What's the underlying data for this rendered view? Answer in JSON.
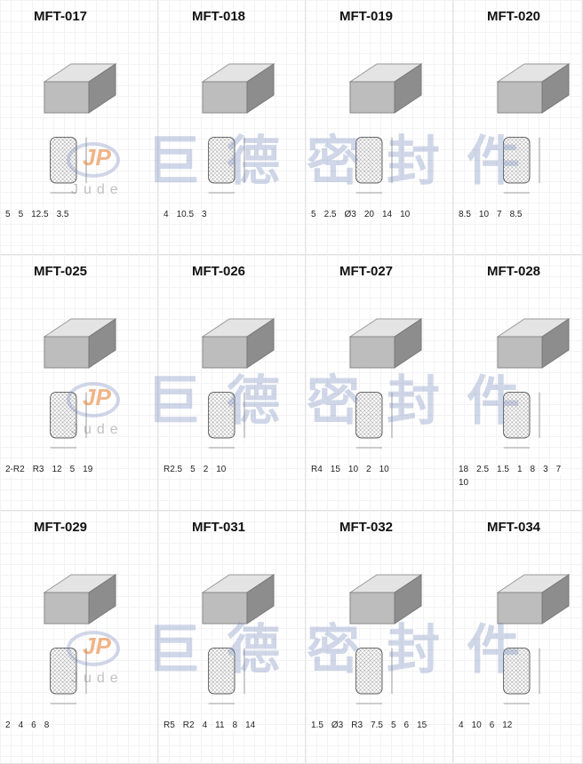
{
  "watermark": {
    "chars": [
      "巨",
      "德",
      "密",
      "封",
      "件"
    ],
    "latin": "Jude",
    "logo": "JP"
  },
  "products": [
    {
      "code": "MFT-017",
      "dims": [
        "5",
        "5",
        "12.5",
        "3.5"
      ]
    },
    {
      "code": "MFT-018",
      "dims": [
        "4",
        "10.5",
        "3"
      ]
    },
    {
      "code": "MFT-019",
      "dims": [
        "5",
        "2.5",
        "Ø3",
        "20",
        "14",
        "10"
      ]
    },
    {
      "code": "MFT-020",
      "dims": [
        "8.5",
        "10",
        "7",
        "8.5"
      ]
    },
    {
      "code": "MFT-025",
      "dims": [
        "2-R2",
        "R3",
        "12",
        "5",
        "19"
      ]
    },
    {
      "code": "MFT-026",
      "dims": [
        "R2.5",
        "5",
        "2",
        "10"
      ]
    },
    {
      "code": "MFT-027",
      "dims": [
        "R4",
        "15",
        "10",
        "2",
        "10"
      ]
    },
    {
      "code": "MFT-028",
      "dims": [
        "18",
        "2.5",
        "1.5",
        "1",
        "8",
        "3",
        "7",
        "10"
      ]
    },
    {
      "code": "MFT-029",
      "dims": [
        "2",
        "4",
        "6",
        "8"
      ]
    },
    {
      "code": "MFT-031",
      "dims": [
        "R5",
        "R2",
        "4",
        "11",
        "8",
        "14"
      ]
    },
    {
      "code": "MFT-032",
      "dims": [
        "1.5",
        "Ø3",
        "R3",
        "7.5",
        "5",
        "6",
        "15"
      ]
    },
    {
      "code": "MFT-034",
      "dims": [
        "4",
        "10",
        "6",
        "12"
      ]
    }
  ]
}
